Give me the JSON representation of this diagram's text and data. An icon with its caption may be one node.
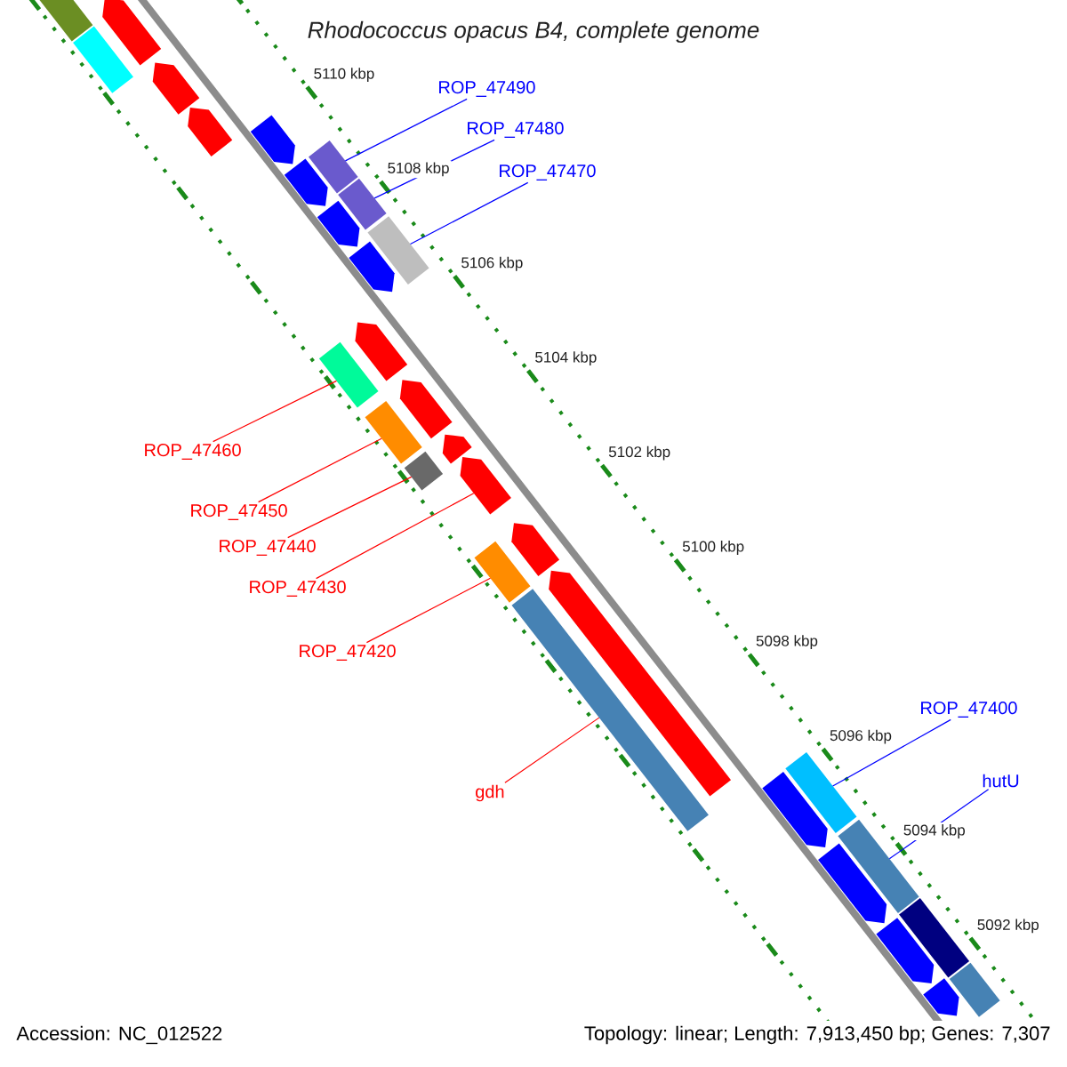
{
  "diagram": {
    "title": "Rhodococcus opacus B4, complete genome",
    "nodes": [
      {
        "text": [
          "ROP_47490"
        ]
      },
      {
        "text": [
          "ROP_47480"
        ]
      },
      {
        "text": [
          "ROP_47470"
        ]
      },
      {
        "text": [
          "ROP_47460"
        ]
      },
      {
        "text": [
          "ROP_47450"
        ]
      },
      {
        "text": [
          "ROP_47440"
        ]
      },
      {
        "text": [
          "ROP_47430"
        ]
      },
      {
        "text": [
          "ROP_47420"
        ]
      },
      {
        "text": [
          "gdh"
        ]
      },
      {
        "text": [
          "ROP_47400"
        ]
      },
      {
        "text": [
          "hutU"
        ]
      },
      {
        "text": [],
        "shape": "bar"
      },
      {
        "text": [],
        "shape": "arrow"
      },
      {
        "text": [],
        "shape": "bar"
      },
      {
        "text": [],
        "shape": "arrow"
      },
      {
        "text": [],
        "shape": "arrow"
      },
      {
        "text": [],
        "shape": "arrow"
      },
      {
        "text": [],
        "shape": "bar"
      },
      {
        "text": [],
        "shape": "arrow"
      },
      {
        "text": [],
        "shape": "bar"
      },
      {
        "text": [],
        "shape": "arrow"
      },
      {
        "text": [],
        "shape": "bar"
      },
      {
        "text": [],
        "shape": "arrow"
      },
      {
        "text": [],
        "shape": "arrow"
      },
      {
        "text": [],
        "shape": "bar"
      },
      {
        "text": [],
        "shape": "arrow"
      },
      {
        "text": [],
        "shape": "bar"
      },
      {
        "text": [],
        "shape": "arrow"
      },
      {
        "text": [],
        "shape": "bar"
      },
      {
        "text": [],
        "shape": "arrow"
      },
      {
        "text": [],
        "shape": "arrow"
      },
      {
        "text": [],
        "shape": "bar"
      },
      {
        "text": [],
        "shape": "arrow"
      },
      {
        "text": [],
        "shape": "bar"
      },
      {
        "text": [],
        "shape": "bar"
      },
      {
        "text": [],
        "shape": "arrow"
      },
      {
        "text": [],
        "shape": "bar"
      },
      {
        "text": [],
        "shape": "arrow"
      },
      {
        "text": [],
        "shape": "bar"
      },
      {
        "text": [],
        "shape": "arrow"
      },
      {
        "text": [],
        "shape": "bar"
      },
      {
        "text": [],
        "shape": "arrow"
      }
    ],
    "edges": [
      {
        "from": 0,
        "to": 17,
        "arrow": "none",
        "color": "#0000ff"
      },
      {
        "from": 1,
        "to": 19,
        "arrow": "none",
        "color": "#0000ff"
      },
      {
        "from": 2,
        "to": 21,
        "arrow": "none",
        "color": "#0000ff"
      },
      {
        "from": 3,
        "to": 24,
        "arrow": "none"
      },
      {
        "from": 4,
        "to": 26,
        "arrow": "none"
      },
      {
        "from": 5,
        "to": 28,
        "arrow": "none"
      },
      {
        "from": 6,
        "to": 29,
        "arrow": "none"
      },
      {
        "from": 7,
        "to": 31,
        "arrow": "none"
      },
      {
        "from": 8,
        "to": 33,
        "arrow": "none"
      },
      {
        "from": 9,
        "to": 34,
        "arrow": "none",
        "color": "#0000ff"
      },
      {
        "from": 10,
        "to": 36,
        "arrow": "none",
        "color": "#0000ff"
      }
    ],
    "labels": [
      "5110 kbp",
      "5108 kbp",
      "5106 kbp",
      "5104 kbp",
      "5102 kbp",
      "5100 kbp",
      "5098 kbp",
      "5096 kbp",
      "5094 kbp",
      "5092 kbp",
      "Accession: NC_012522",
      "Topology: linear; Length: 7,913,450 bp; Genes: 7,307"
    ]
  }
}
